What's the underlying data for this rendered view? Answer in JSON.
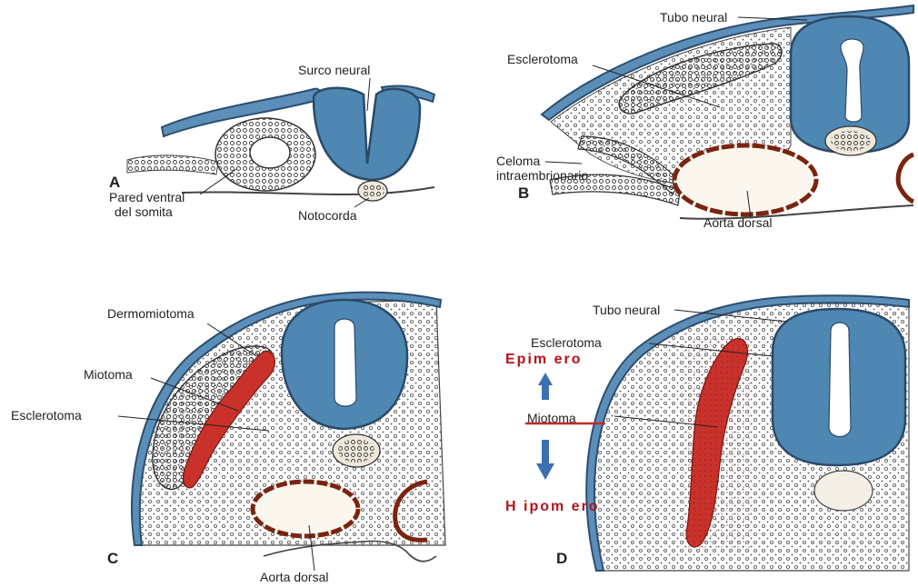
{
  "panels": {
    "a": {
      "letter": "A",
      "surco": "Surco neural",
      "pared1": "Pared ventral",
      "pared2": "del somita",
      "notocorda": "Notocorda"
    },
    "b": {
      "letter": "B",
      "tubo": "Tubo neural",
      "esclerotoma": "Esclerotoma",
      "celoma1": "Celoma",
      "celoma2": "intraembrionario",
      "aorta": "Aorta dorsal"
    },
    "c": {
      "letter": "C",
      "dermomiotoma": "Dermomiotoma",
      "miotoma": "Miotoma",
      "esclerotoma": "Esclerotoma",
      "aorta": "Aorta dorsal"
    },
    "d": {
      "letter": "D",
      "tubo": "Tubo neural",
      "esclerotoma": "Esclerotoma",
      "miotoma": "Miotoma",
      "epimero": "Epim ero",
      "hipomero": "H ipom ero"
    }
  },
  "colors": {
    "neural_tube": "#4f87b3",
    "myotome": "#c8322b",
    "aorta_wall": "#7a2410",
    "annotation": "#b3141b",
    "arrow": "#3d6fb3"
  }
}
